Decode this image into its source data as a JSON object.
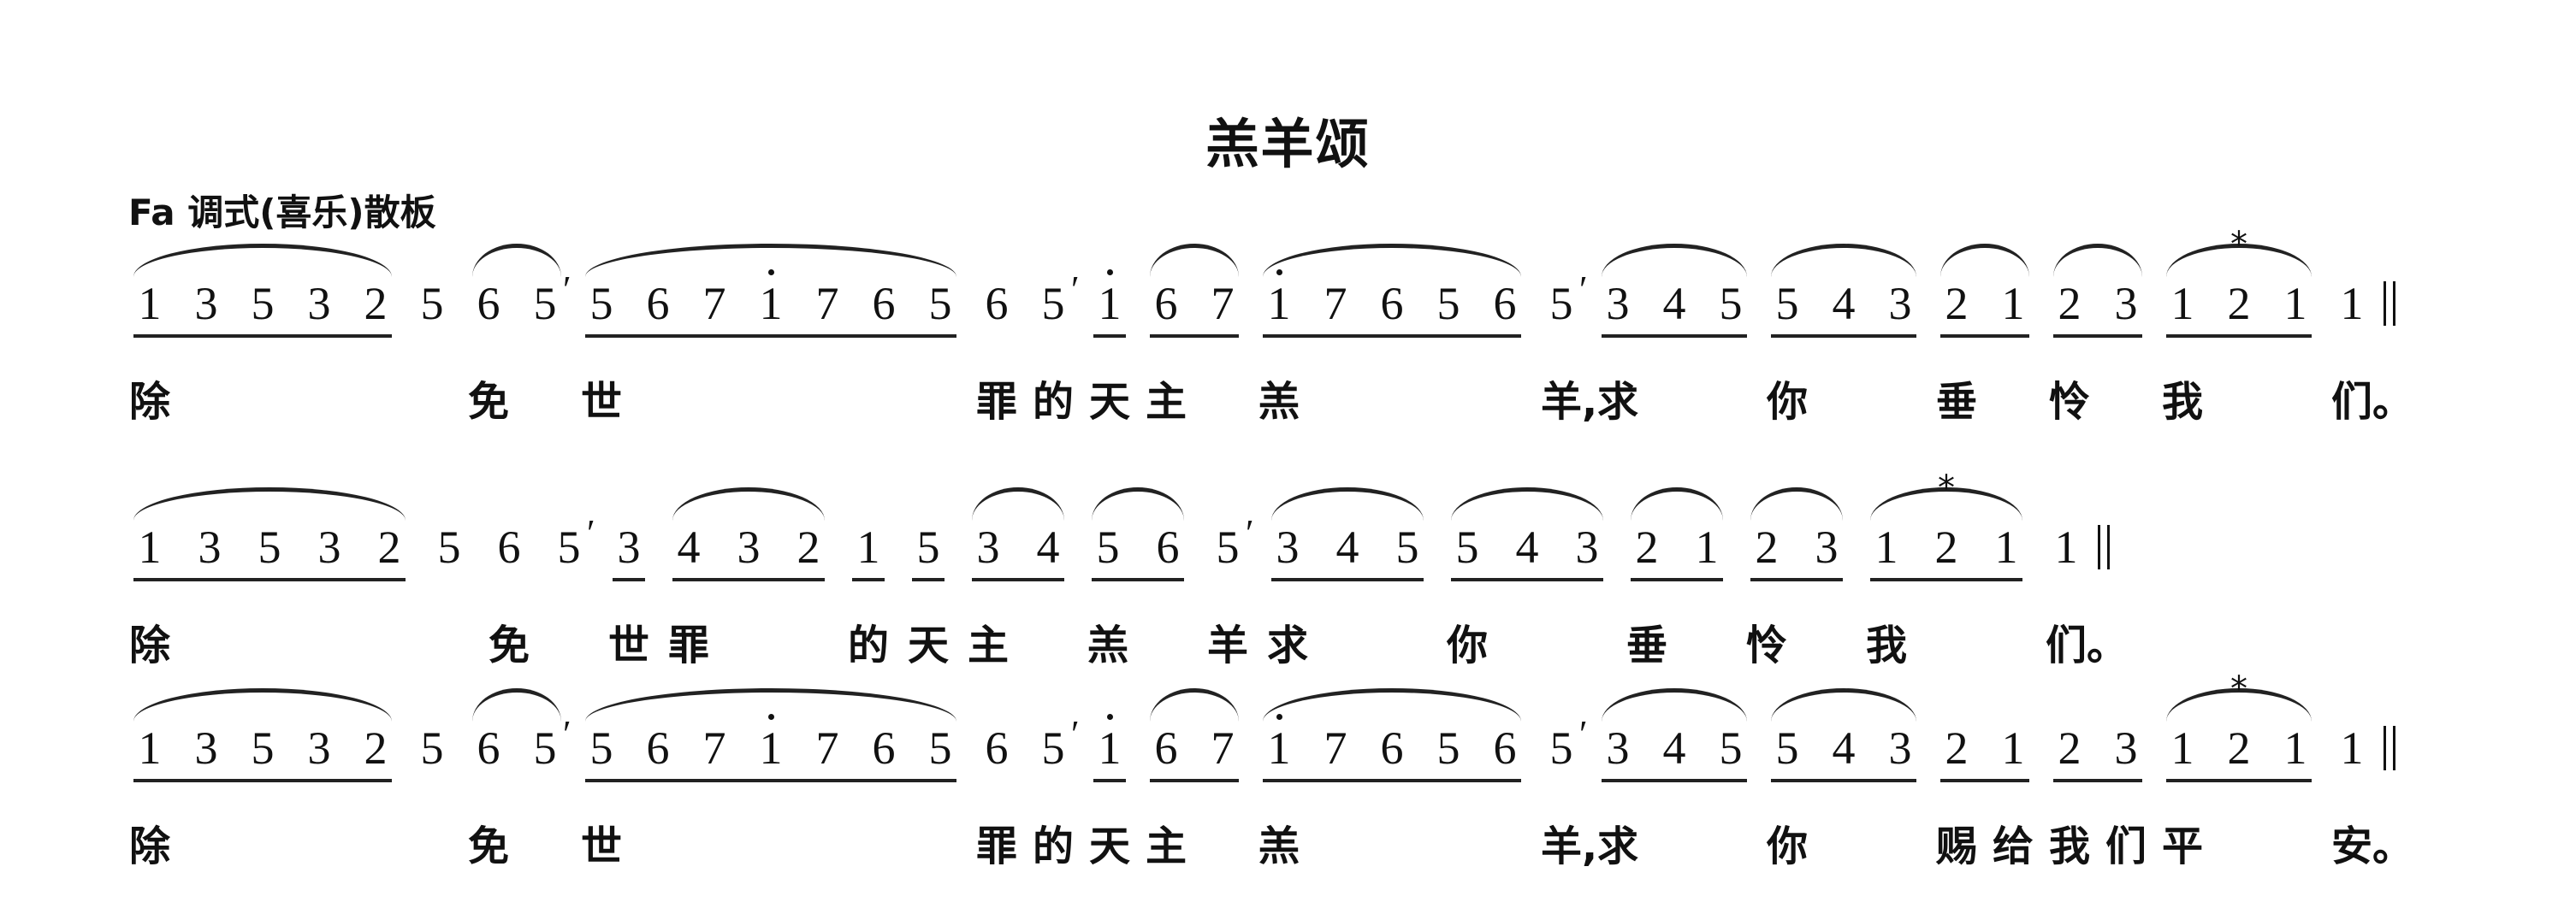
{
  "title": "羔羊颂",
  "key_line": "Fa 调式(喜乐)散板",
  "rows": [
    {
      "groups": [
        {
          "notes": [
            "1",
            "3",
            "5",
            "3",
            "2"
          ],
          "ul": true,
          "slur": true
        },
        {
          "notes": [
            "5"
          ]
        },
        {
          "notes": [
            "6",
            "5"
          ],
          "slur": true,
          "breath": true
        },
        {
          "notes": [
            "5",
            "6",
            "7",
            "1̇",
            "7",
            "6",
            "5"
          ],
          "ul": true,
          "slur": true
        },
        {
          "notes": [
            "6",
            "5"
          ],
          "breath": true
        },
        {
          "notes": [
            "1̇"
          ],
          "ul": true
        },
        {
          "notes": [
            "6",
            "7"
          ],
          "ul": true,
          "slur": true
        },
        {
          "notes": [
            "1̇",
            "7",
            "6",
            "5",
            "6"
          ],
          "ul": true,
          "slur": true
        },
        {
          "notes": [
            "5"
          ],
          "breath": true
        },
        {
          "notes": [
            "3",
            "4",
            "5"
          ],
          "ul": true,
          "slur": true
        },
        {
          "notes": [
            "5",
            "4",
            "3"
          ],
          "ul": true,
          "slur": true
        },
        {
          "notes": [
            "2",
            "1"
          ],
          "ul": true,
          "slur": true
        },
        {
          "notes": [
            "2",
            "3"
          ],
          "ul": true,
          "slur": true
        },
        {
          "notes": [
            "1",
            "2",
            "1"
          ],
          "ul": true,
          "slur": true,
          "star": true
        },
        {
          "notes": [
            "1"
          ],
          "bar": true
        }
      ],
      "lyrics": [
        {
          "at": 0,
          "text": "除"
        },
        {
          "at": 6,
          "text": "免"
        },
        {
          "at": 8,
          "text": "世"
        },
        {
          "at": 15,
          "text": "罪"
        },
        {
          "at": 16,
          "text": "的"
        },
        {
          "at": 17,
          "text": "天"
        },
        {
          "at": 18,
          "text": "主"
        },
        {
          "at": 20,
          "text": "羔"
        },
        {
          "at": 25,
          "text": "羊,"
        },
        {
          "at": 26,
          "text": "求"
        },
        {
          "at": 29,
          "text": "你"
        },
        {
          "at": 32,
          "text": "垂"
        },
        {
          "at": 34,
          "text": "怜"
        },
        {
          "at": 36,
          "text": "我"
        },
        {
          "at": 39,
          "text": "们。"
        }
      ]
    },
    {
      "groups": [
        {
          "notes": [
            "1",
            "3",
            "5",
            "3",
            "2"
          ],
          "ul": true,
          "slur": true
        },
        {
          "notes": [
            "5",
            "6",
            "5"
          ],
          "breath": true
        },
        {
          "notes": [
            "3"
          ],
          "ul": true
        },
        {
          "notes": [
            "4",
            "3",
            "2"
          ],
          "ul": true,
          "slur": true
        },
        {
          "notes": [
            "1"
          ],
          "ul": true
        },
        {
          "notes": [
            "5"
          ],
          "ul": true
        },
        {
          "notes": [
            "3",
            "4"
          ],
          "ul": true,
          "slur": true
        },
        {
          "notes": [
            "5",
            "6"
          ],
          "ul": true,
          "slur": true
        },
        {
          "notes": [
            "5"
          ],
          "breath": true
        },
        {
          "notes": [
            "3",
            "4",
            "5"
          ],
          "ul": true,
          "slur": true
        },
        {
          "notes": [
            "5",
            "4",
            "3"
          ],
          "ul": true,
          "slur": true
        },
        {
          "notes": [
            "2",
            "1"
          ],
          "ul": true,
          "slur": true
        },
        {
          "notes": [
            "2",
            "3"
          ],
          "ul": true,
          "slur": true
        },
        {
          "notes": [
            "1",
            "2",
            "1"
          ],
          "ul": true,
          "slur": true,
          "star": true
        },
        {
          "notes": [
            "1"
          ],
          "bar": true
        }
      ],
      "lyrics": [
        {
          "at": 0,
          "text": "除"
        },
        {
          "at": 6,
          "text": "免"
        },
        {
          "at": 8,
          "text": "世"
        },
        {
          "at": 9,
          "text": "罪"
        },
        {
          "at": 12,
          "text": "的"
        },
        {
          "at": 13,
          "text": "天"
        },
        {
          "at": 14,
          "text": "主"
        },
        {
          "at": 16,
          "text": "羔"
        },
        {
          "at": 18,
          "text": "羊"
        },
        {
          "at": 19,
          "text": "求"
        },
        {
          "at": 22,
          "text": "你"
        },
        {
          "at": 25,
          "text": "垂"
        },
        {
          "at": 27,
          "text": "怜"
        },
        {
          "at": 29,
          "text": "我"
        },
        {
          "at": 32,
          "text": "们。"
        }
      ]
    },
    {
      "groups": [
        {
          "notes": [
            "1",
            "3",
            "5",
            "3",
            "2"
          ],
          "ul": true,
          "slur": true
        },
        {
          "notes": [
            "5"
          ]
        },
        {
          "notes": [
            "6",
            "5"
          ],
          "slur": true,
          "breath": true
        },
        {
          "notes": [
            "5",
            "6",
            "7",
            "1̇",
            "7",
            "6",
            "5"
          ],
          "ul": true,
          "slur": true
        },
        {
          "notes": [
            "6",
            "5"
          ],
          "breath": true
        },
        {
          "notes": [
            "1̇"
          ],
          "ul": true
        },
        {
          "notes": [
            "6",
            "7"
          ],
          "ul": true,
          "slur": true
        },
        {
          "notes": [
            "1̇",
            "7",
            "6",
            "5",
            "6"
          ],
          "ul": true,
          "slur": true
        },
        {
          "notes": [
            "5"
          ],
          "breath": true
        },
        {
          "notes": [
            "3",
            "4",
            "5"
          ],
          "ul": true,
          "slur": true
        },
        {
          "notes": [
            "5",
            "4",
            "3"
          ],
          "ul": true,
          "slur": true
        },
        {
          "notes": [
            "2",
            "1"
          ],
          "ul": true
        },
        {
          "notes": [
            "2",
            "3"
          ],
          "ul": true
        },
        {
          "notes": [
            "1",
            "2",
            "1"
          ],
          "ul": true,
          "slur": true,
          "star": true
        },
        {
          "notes": [
            "1"
          ],
          "bar": true
        }
      ],
      "lyrics": [
        {
          "at": 0,
          "text": "除"
        },
        {
          "at": 6,
          "text": "免"
        },
        {
          "at": 8,
          "text": "世"
        },
        {
          "at": 15,
          "text": "罪"
        },
        {
          "at": 16,
          "text": "的"
        },
        {
          "at": 17,
          "text": "天"
        },
        {
          "at": 18,
          "text": "主"
        },
        {
          "at": 20,
          "text": "羔"
        },
        {
          "at": 25,
          "text": "羊,"
        },
        {
          "at": 26,
          "text": "求"
        },
        {
          "at": 29,
          "text": "你"
        },
        {
          "at": 32,
          "text": "赐"
        },
        {
          "at": 33,
          "text": "给"
        },
        {
          "at": 34,
          "text": "我"
        },
        {
          "at": 35,
          "text": "们"
        },
        {
          "at": 36,
          "text": "平"
        },
        {
          "at": 39,
          "text": "安。"
        }
      ]
    }
  ]
}
